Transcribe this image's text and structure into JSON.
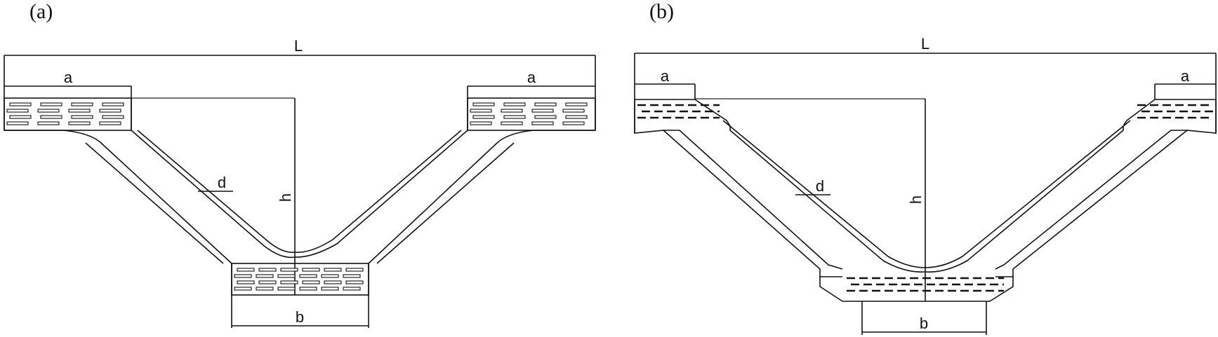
{
  "panels": [
    {
      "id": "a",
      "label": "(a)"
    },
    {
      "id": "b",
      "label": "(b)"
    }
  ],
  "dimensions": {
    "overall_length": "L",
    "flange_width": "a",
    "bottom_width": "b",
    "height": "h",
    "thickness": "d"
  }
}
